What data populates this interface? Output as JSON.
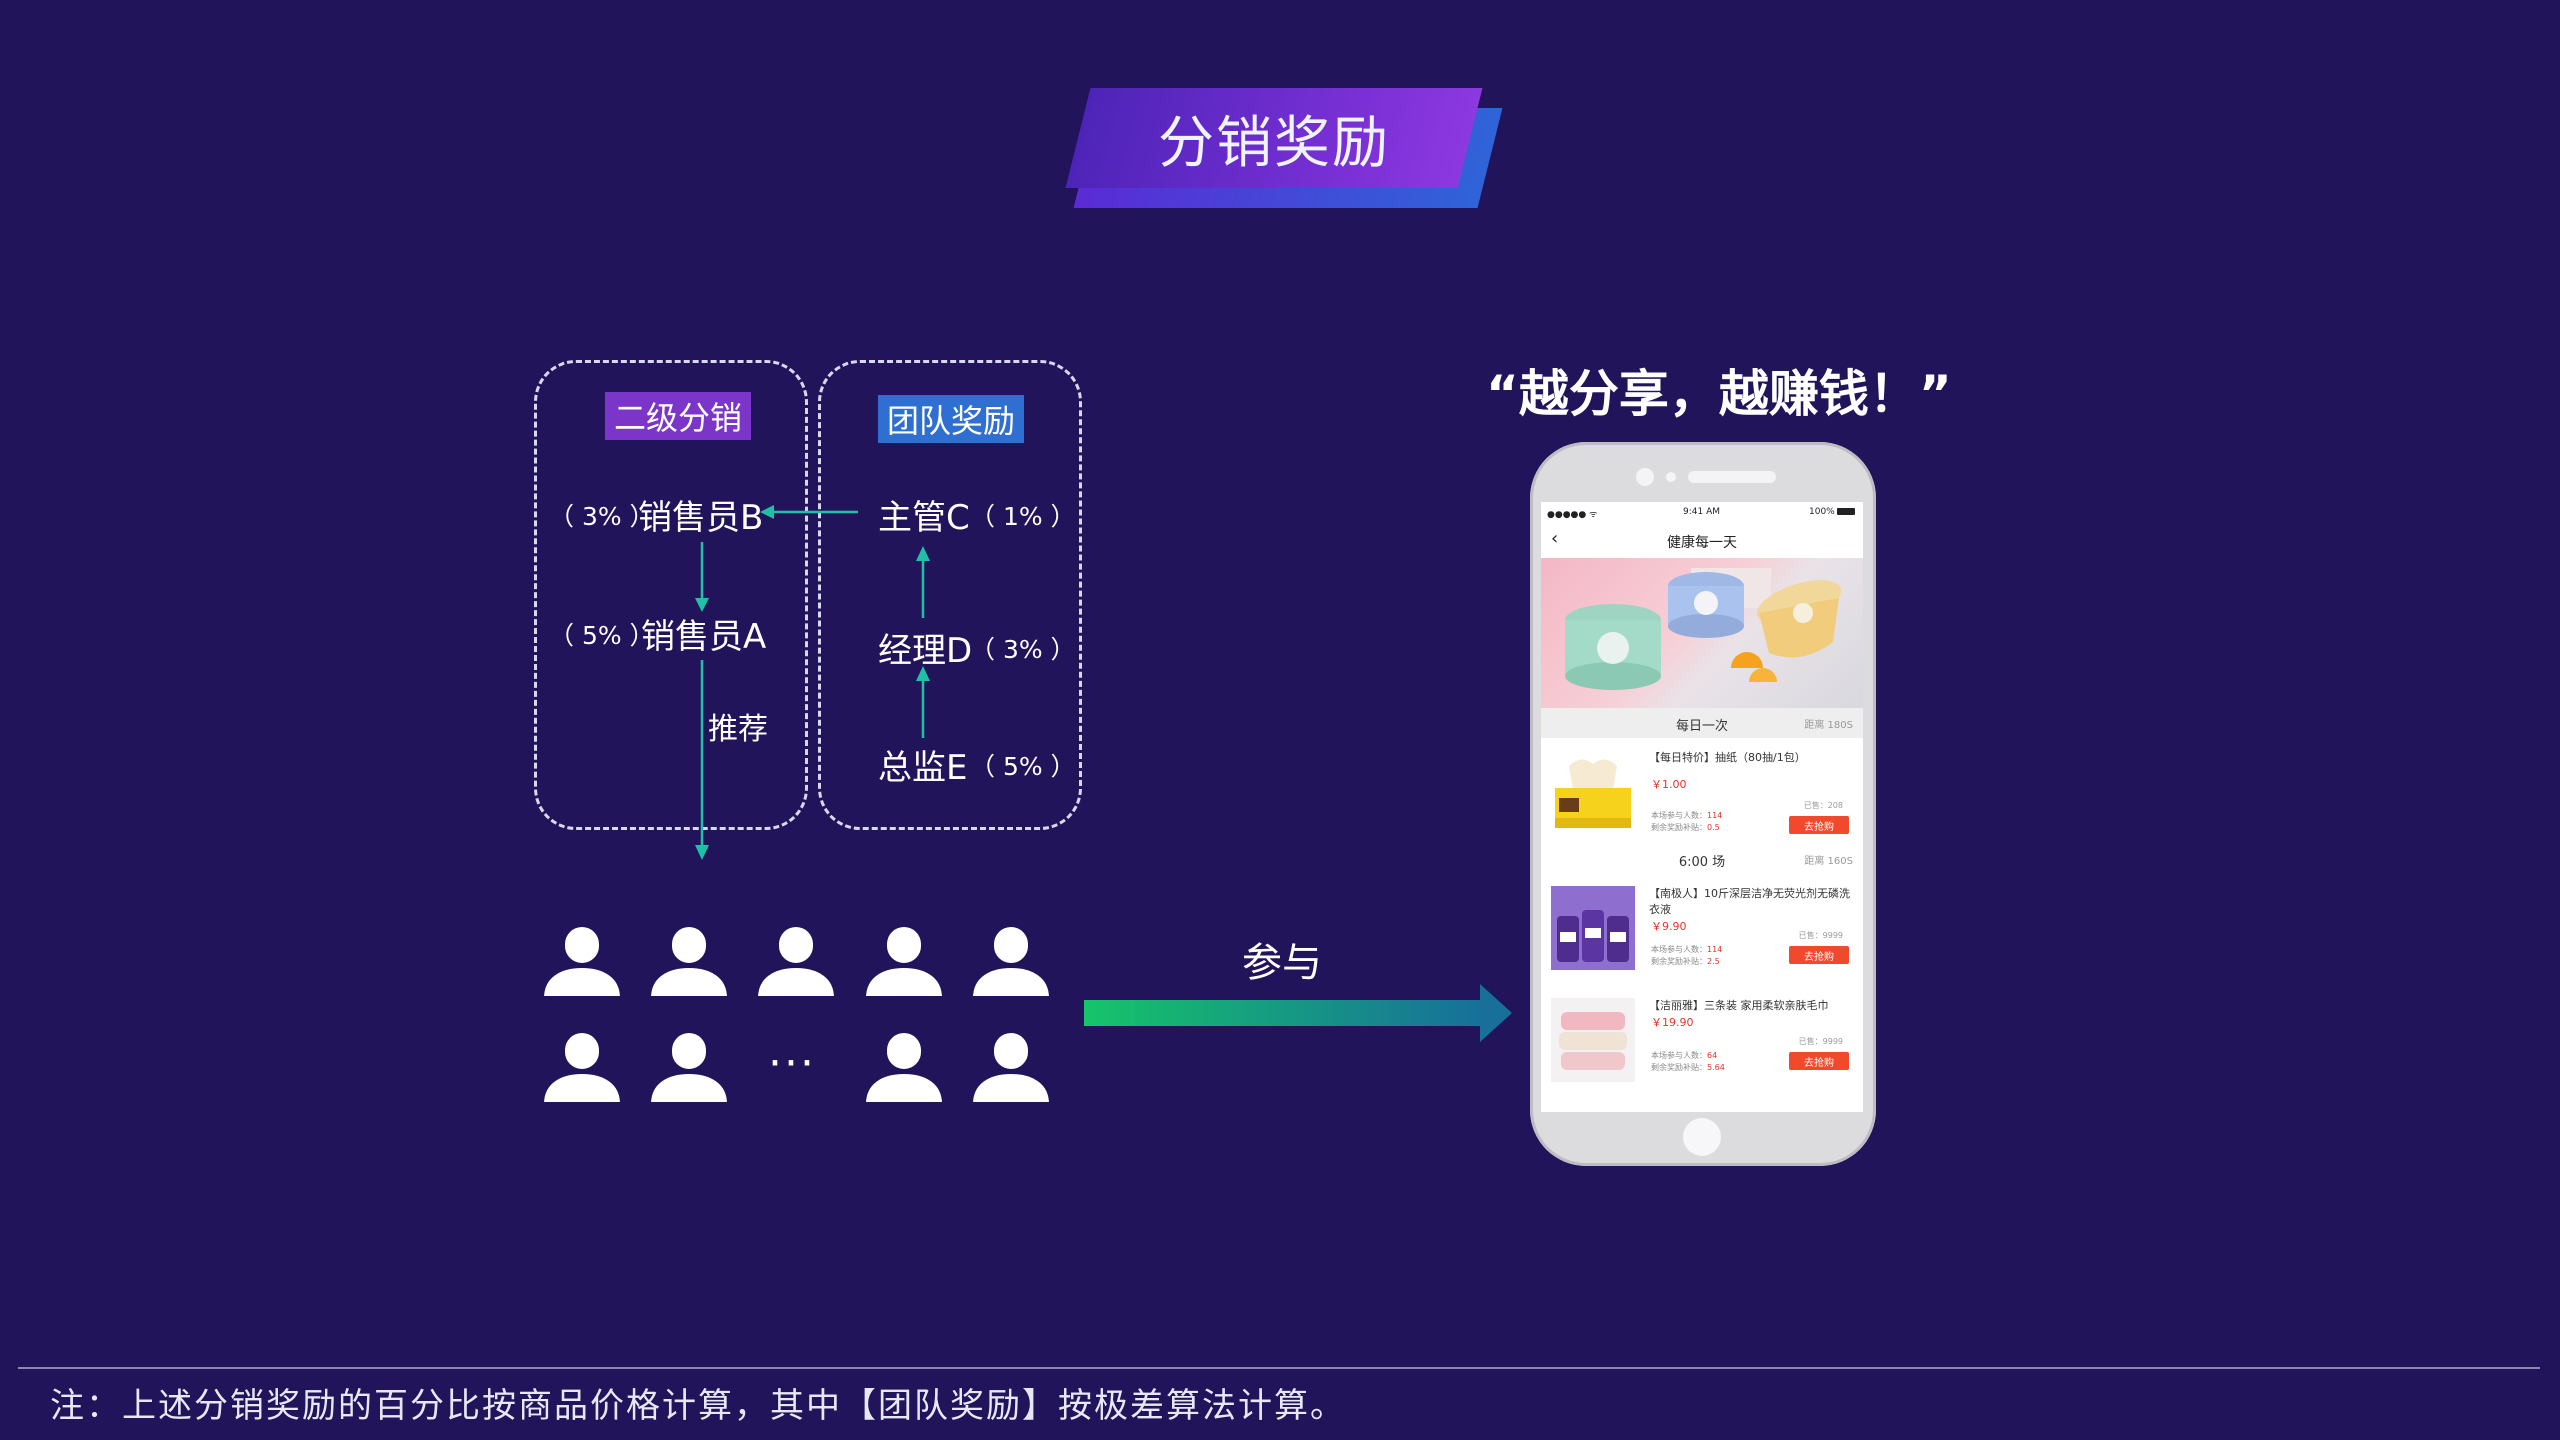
{
  "title": "分销奖励",
  "left_group": {
    "tag": "二级分销",
    "nodes": [
      {
        "pct": "（ 3% ）",
        "name": "销售员B"
      },
      {
        "pct": "（ 5% ）",
        "name": "销售员A"
      }
    ],
    "recommend_label": "推荐"
  },
  "right_group": {
    "tag": "团队奖励",
    "nodes": [
      {
        "name": "主管C",
        "pct": "（ 1% ）"
      },
      {
        "name": "经理D",
        "pct": "（ 3% ）"
      },
      {
        "name": "总监E",
        "pct": "（ 5% ）"
      }
    ]
  },
  "people_ellipsis": "···",
  "participate_label": "参与",
  "slogan": "“越分享，越赚钱！”",
  "phone": {
    "status_time": "9:41 AM",
    "status_battery": "100%",
    "status_signal": "●●●●● ᯤ",
    "page_title": "健康每一天",
    "sections": [
      {
        "label": "每日一次",
        "count": "距离 180S",
        "items": [
          {
            "title": "【每日特价】抽纸（80抽/1包）",
            "price": "￥1.00",
            "meta1_label": "本场参与人数：",
            "meta1_value": "114",
            "meta2_label": "剩余奖励补贴：",
            "meta2_value": "0.5",
            "sold": "已售：208",
            "button": "去抢购"
          }
        ]
      },
      {
        "label": "6:00 场",
        "count": "距离 160S",
        "items": [
          {
            "title": "【南极人】10斤深层洁净无荧光剂无磷洗衣液",
            "price": "￥9.90",
            "meta1_label": "本场参与人数：",
            "meta1_value": "114",
            "meta2_label": "剩余奖励补贴：",
            "meta2_value": "2.5",
            "sold": "已售：9999",
            "button": "去抢购"
          },
          {
            "title": "【洁丽雅】三条装 家用柔软亲肤毛巾",
            "price": "￥19.90",
            "meta1_label": "本场参与人数：",
            "meta1_value": "64",
            "meta2_label": "剩余奖励补贴：",
            "meta2_value": "5.64",
            "sold": "已售：9999",
            "button": "去抢购"
          }
        ]
      }
    ]
  },
  "footer_note": "注：上述分销奖励的百分比按商品价格计算，其中【团队奖励】按极差算法计算。",
  "colors": {
    "background": "#21145a",
    "arrow_teal": "#1fc0a6",
    "tag_purple": "#7b36c9",
    "tag_blue": "#2f6fd2",
    "price_red": "#e5342b"
  }
}
